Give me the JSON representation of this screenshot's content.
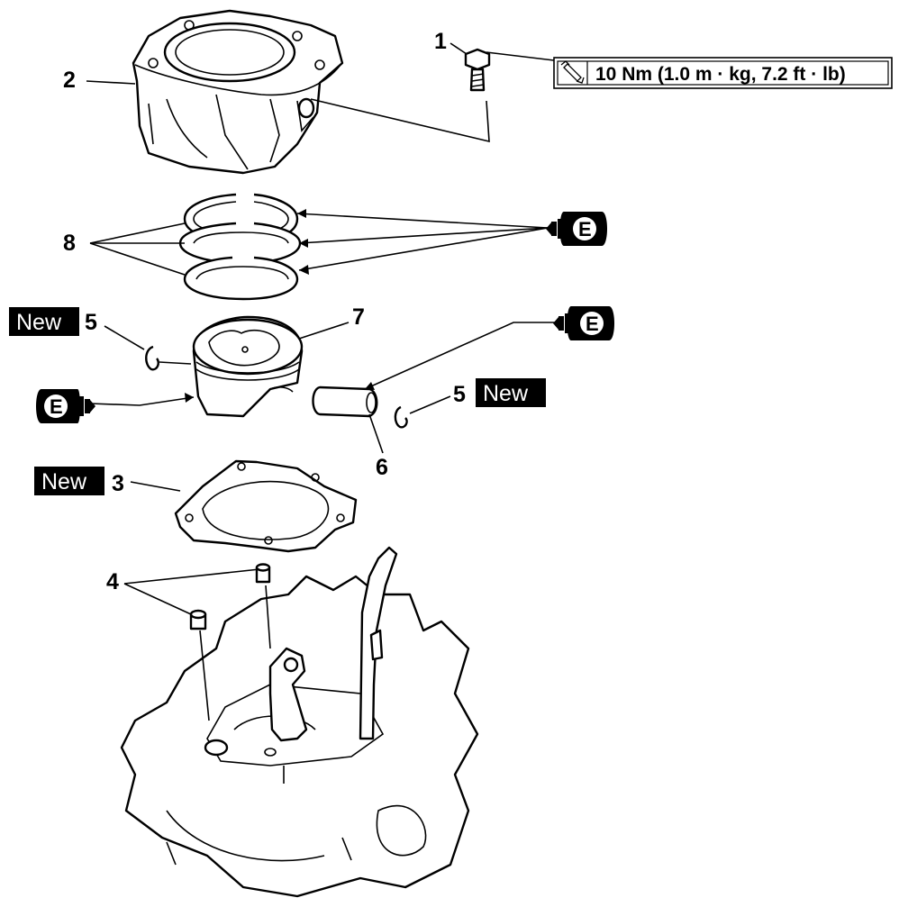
{
  "callouts": {
    "c1": "1",
    "c2": "2",
    "c3": "3",
    "c4": "4",
    "c5_left": "5",
    "c5_right": "5",
    "c6": "6",
    "c7": "7",
    "c8": "8"
  },
  "new_badges": {
    "new_5_left": "New",
    "new_5_right": "New",
    "new_3": "New"
  },
  "torque_spec": "10 Nm (1.0 m · kg, 7.2 ft · lb)",
  "oil_symbols": {
    "rings": "E",
    "pin": "E",
    "piston": "E"
  },
  "icons": [
    "torque-wrench-icon",
    "engine-oil-icon"
  ]
}
